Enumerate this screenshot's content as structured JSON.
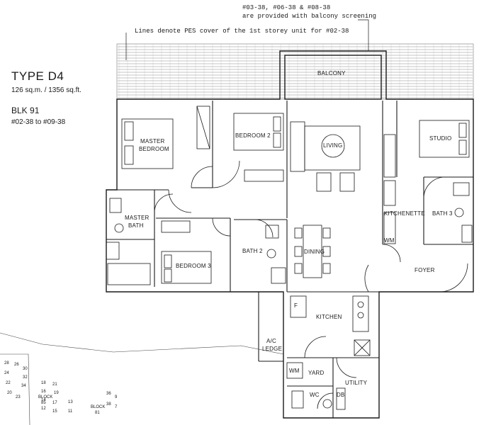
{
  "header": {
    "type": "TYPE D4",
    "area": "126 sq.m. / 1356 sq.ft.",
    "block": "BLK 91",
    "units": "#02-38 to #09-38"
  },
  "notes": {
    "balcony_line1": "#03-38, #06-38 & #08-38",
    "balcony_line2": "are provided with balcony screening",
    "pes": "Lines denote PES cover of the 1st storey unit for #02-38"
  },
  "rooms": {
    "balcony": "BALCONY",
    "master_bedroom_1": "MASTER",
    "master_bedroom_2": "BEDROOM",
    "bedroom2": "BEDROOM 2",
    "living": "LIVING",
    "studio": "STUDIO",
    "master_bath_1": "MASTER",
    "master_bath_2": "BATH",
    "bedroom3": "BEDROOM 3",
    "bath2": "BATH 2",
    "dining": "DINING",
    "kitchenette": "KITCHENETTE",
    "bath3": "BATH 3",
    "foyer": "FOYER",
    "kitchen": "KITCHEN",
    "ac_ledge_1": "A/C",
    "ac_ledge_2": "LEDGE",
    "yard": "YARD",
    "utility": "UTILITY",
    "wc": "WC",
    "wm1": "WM",
    "wm2": "WM",
    "db": "DB",
    "fridge": "F"
  },
  "keyplan": {
    "blocks": [
      "BLOCK",
      "85",
      "BLOCK",
      "81"
    ],
    "numbers": [
      "28",
      "26",
      "30",
      "24",
      "32",
      "22",
      "34",
      "20",
      "23",
      "18",
      "21",
      "16",
      "19",
      "14",
      "17",
      "12",
      "15",
      "13",
      "11",
      "36",
      "9",
      "38",
      "7"
    ]
  },
  "colors": {
    "line": "#1a1a1a",
    "hatch": "#8a8a8a"
  }
}
